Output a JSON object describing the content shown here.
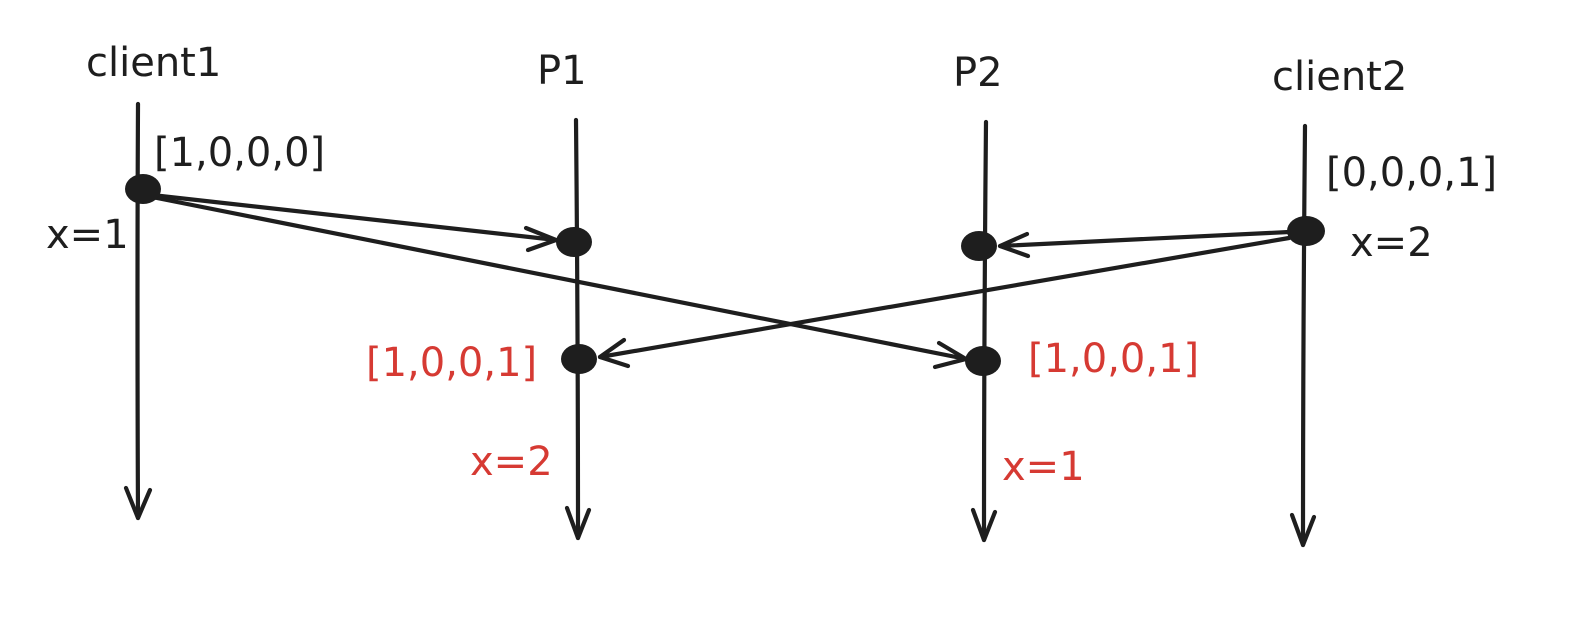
{
  "diagram": {
    "processes": [
      {
        "id": "client1",
        "label": "client1"
      },
      {
        "id": "p1",
        "label": "P1"
      },
      {
        "id": "p2",
        "label": "P2"
      },
      {
        "id": "client2",
        "label": "client2"
      }
    ],
    "annotations": {
      "client1_vector": "[1,0,0,0]",
      "client1_write": "x=1",
      "client2_vector": "[0,0,0,1]",
      "client2_write": "x=2",
      "p1_vector": "[1,0,0,1]",
      "p1_value": "x=2",
      "p2_vector": "[1,0,0,1]",
      "p2_value": "x=1"
    },
    "messages": [
      {
        "from": "client1",
        "to": "p1"
      },
      {
        "from": "client1",
        "to": "p2"
      },
      {
        "from": "client2",
        "to": "p2"
      },
      {
        "from": "client2",
        "to": "p1"
      }
    ],
    "colors": {
      "ink": "#1e1e1e",
      "highlight": "#d63a33"
    }
  }
}
